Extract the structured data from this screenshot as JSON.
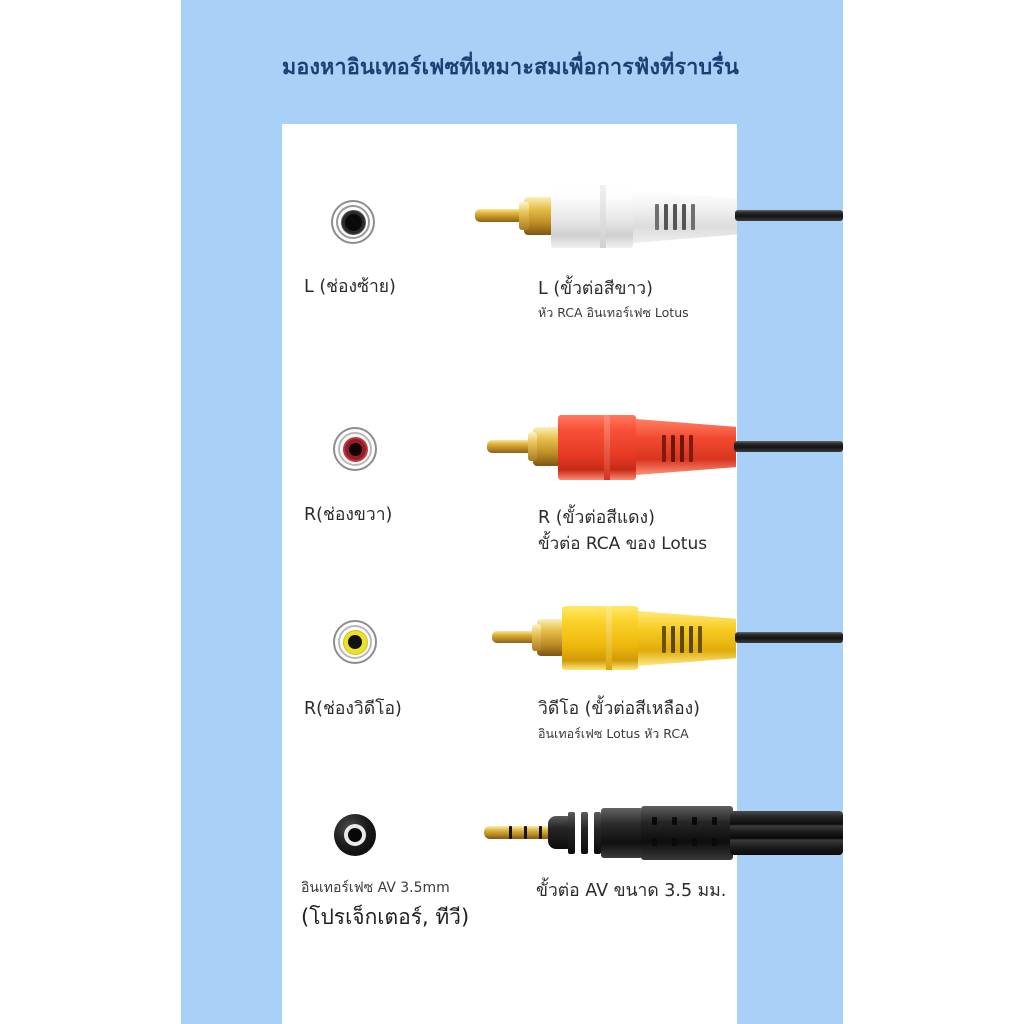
{
  "header": {
    "title": "มองหาอินเทอร์เฟซที่เหมาะสมเพื่อการฟังที่ราบรื่น",
    "title_color": "#1d3f73"
  },
  "background": {
    "page_color": "#ffffff",
    "panel_color": "#a9d0f7",
    "card_color": "#ffffff"
  },
  "rows": [
    {
      "socket_icon": "rca-socket-white-icon",
      "socket_color": "#ffffff",
      "socket_label": "L (ช่องซ้าย)",
      "connector_icon": "rca-plug-white-icon",
      "connector_color": "#ffffff",
      "connector_label": "L (ขั้วต่อสีขาว)",
      "connector_sublabel": "หัว RCA อินเทอร์เฟซ Lotus"
    },
    {
      "socket_icon": "rca-socket-red-icon",
      "socket_color": "#8e1f2e",
      "socket_label": "R(ช่องขวา)",
      "connector_icon": "rca-plug-red-icon",
      "connector_color": "#f2452f",
      "connector_label": "R (ขั้วต่อสีแดง)",
      "connector_sublabel": "ขั้วต่อ RCA ของ Lotus"
    },
    {
      "socket_icon": "rca-socket-yellow-icon",
      "socket_color": "#ece125",
      "socket_label": "R(ช่องวิดีโอ)",
      "connector_icon": "rca-plug-yellow-icon",
      "connector_color": "#f3c516",
      "connector_label": "วิดีโอ (ขั้วต่อสีเหลือง)",
      "connector_sublabel": "อินเทอร์เฟซ Lotus หัว RCA"
    },
    {
      "socket_icon": "aux-socket-black-icon",
      "socket_color": "#0a0a0a",
      "socket_label": "อินเทอร์เฟซ AV 3.5mm",
      "socket_label_2": "(โปรเจ็กเตอร์, ทีวี)",
      "connector_icon": "aux-plug-35mm-icon",
      "connector_color": "#141414",
      "connector_label": "ขั้วต่อ AV ขนาด 3.5 มม."
    }
  ]
}
